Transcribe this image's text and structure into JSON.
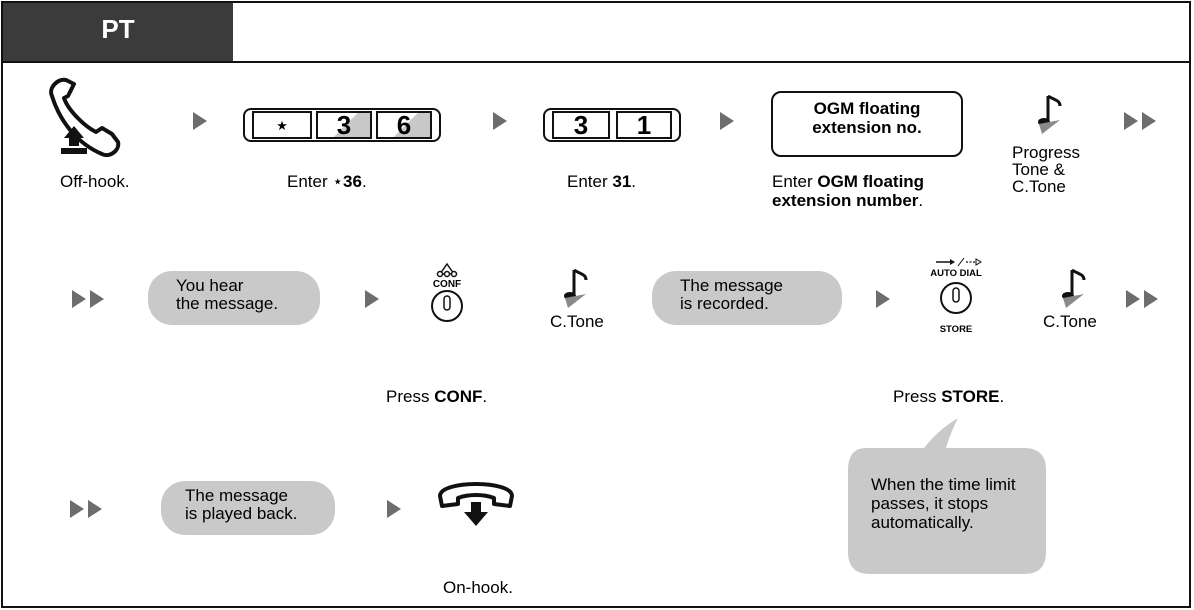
{
  "header": {
    "tab_label": "PT"
  },
  "row1": {
    "offhook_label": "Off-hook.",
    "keys_36": [
      "⋆",
      "3",
      "6"
    ],
    "enter36_prefix": "Enter ",
    "enter36_star": "⋆",
    "enter36_bold": "36",
    "enter36_suffix": ".",
    "keys_31": [
      "3",
      "1"
    ],
    "enter31_prefix": "Enter ",
    "enter31_bold": "31",
    "enter31_suffix": ".",
    "ogm_box_line1": "OGM floating",
    "ogm_box_line2": "extension no.",
    "ogm_label_prefix": "Enter ",
    "ogm_label_bold1": "OGM floating",
    "ogm_label_bold2": "extension number",
    "ogm_label_suffix": ".",
    "tone_line1": "Progress",
    "tone_line2": "Tone &",
    "tone_line3": "C.Tone"
  },
  "row2": {
    "bubble1_line1": "You hear",
    "bubble1_line2": "the message.",
    "conf_key_label": "CONF",
    "ctone1": "C.Tone",
    "bubble2_line1": "The message",
    "bubble2_line2": "is recorded.",
    "autodial_label": "AUTO DIAL",
    "store_label": "STORE",
    "ctone2": "C.Tone",
    "press_conf_prefix": "Press ",
    "press_conf_bold": "CONF",
    "press_conf_suffix": ".",
    "press_store_prefix": "Press ",
    "press_store_bold": "STORE",
    "press_store_suffix": "."
  },
  "row3": {
    "bubble_line1": "The message",
    "bubble_line2": "is played back.",
    "onhook_label": "On-hook.",
    "note_line1": "When the time limit",
    "note_line2": "passes, it stops",
    "note_line3": "automatically."
  },
  "colors": {
    "tab_bg": "#3b3b3b",
    "bubble_bg": "#c9c9c9",
    "arrow": "#6d6d6d"
  }
}
